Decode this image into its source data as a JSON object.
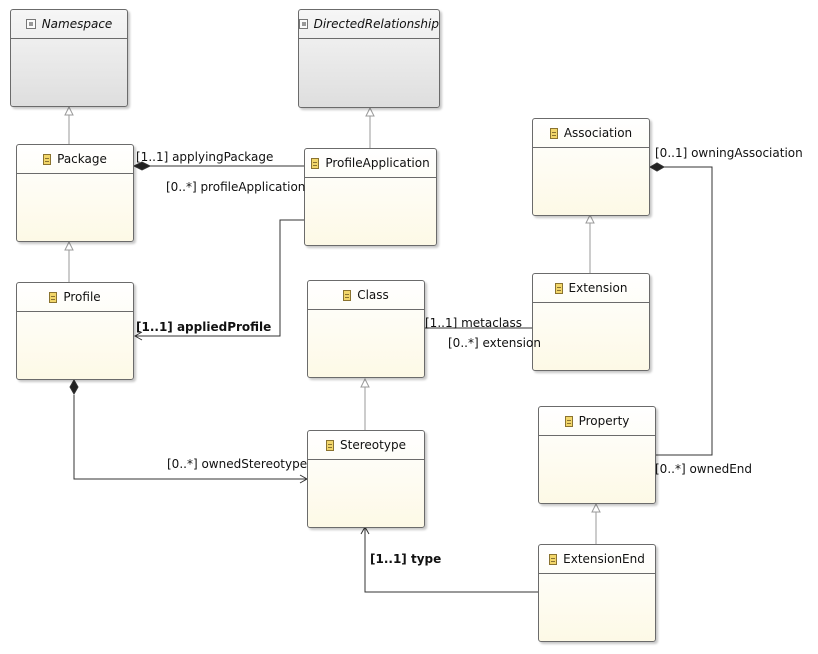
{
  "classes": {
    "namespace": {
      "name": "Namespace",
      "abstract": true
    },
    "directed_relationship": {
      "name": "DirectedRelationship",
      "abstract": true
    },
    "package": {
      "name": "Package"
    },
    "profile_application": {
      "name": "ProfileApplication"
    },
    "association": {
      "name": "Association"
    },
    "profile": {
      "name": "Profile"
    },
    "class": {
      "name": "Class"
    },
    "extension": {
      "name": "Extension"
    },
    "stereotype": {
      "name": "Stereotype"
    },
    "property": {
      "name": "Property"
    },
    "extension_end": {
      "name": "ExtensionEnd"
    }
  },
  "labels": {
    "applying_package": "[1..1] applyingPackage",
    "profile_application": "[0..*] profileApplication",
    "owning_association": "[0..1] owningAssociation",
    "applied_profile": "[1..1] appliedProfile",
    "metaclass": "[1..1] metaclass",
    "extension": "[0..*] extension",
    "owned_stereotype": "[0..*] ownedStereotype",
    "owned_end": "[0..*] ownedEnd",
    "type": "[1..1] type"
  }
}
